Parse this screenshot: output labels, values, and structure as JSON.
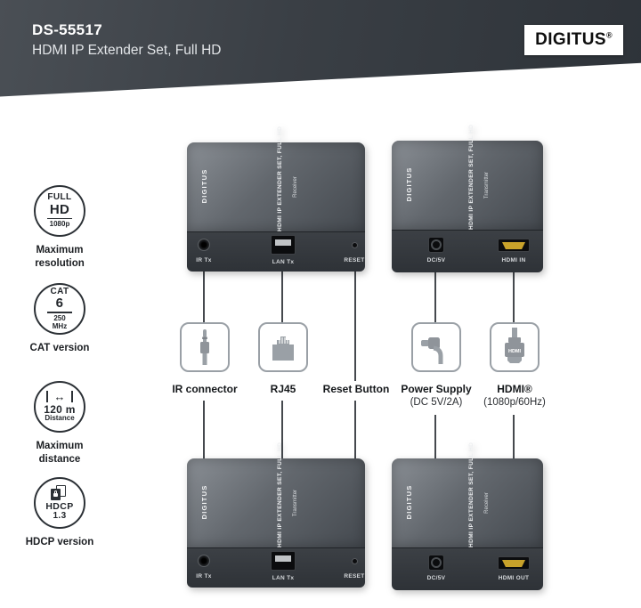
{
  "header": {
    "model": "DS-55517",
    "title": "HDMI IP Extender Set, Full HD",
    "brand": "DIGITUS",
    "registered": "®"
  },
  "features": [
    {
      "line1": "FULL",
      "line2": "HD",
      "line3": "1080p",
      "label": "Maximum resolution"
    },
    {
      "line1": "CAT",
      "line2": "6",
      "line3": "250",
      "line4": "MHz",
      "label": "CAT version"
    },
    {
      "arrow": "↔",
      "line1": "120 m",
      "line2": "Distance",
      "label": "Maximum distance"
    },
    {
      "line1": "HDCP",
      "line2": "1.3",
      "label": "HDCP version"
    }
  ],
  "devices": {
    "top_left": {
      "brand": "DIGITUS",
      "title": "HDMI IP EXTENDER SET, FULL HD",
      "subtitle": "Receiver",
      "port_ir": "IR Tx",
      "port_lan": "LAN Tx",
      "port_reset": "RESET"
    },
    "top_right": {
      "brand": "DIGITUS",
      "title": "HDMI IP EXTENDER SET, FULL HD",
      "subtitle": "Transmitter",
      "port_power": "DC/5V",
      "port_hdmi": "HDMI IN"
    },
    "bottom_left": {
      "brand": "DIGITUS",
      "title": "HDMI IP EXTENDER SET, FULL HD",
      "subtitle": "Transmitter",
      "port_ir": "IR Tx",
      "port_lan": "LAN Tx",
      "port_reset": "RESET"
    },
    "bottom_right": {
      "brand": "DIGITUS",
      "title": "HDMI IP EXTENDER SET, FULL HD",
      "subtitle": "Receiver",
      "port_power": "DC/5V",
      "port_hdmi": "HDMI OUT"
    }
  },
  "connectors": {
    "ir": {
      "label": "IR connector"
    },
    "rj45": {
      "label": "RJ45"
    },
    "reset": {
      "label": "Reset Button"
    },
    "power": {
      "label": "Power Supply",
      "sub": "(DC 5V/2A)"
    },
    "hdmi": {
      "label": "HDMI®",
      "sub": "(1080p/60Hz)",
      "plug_text": "HDMI"
    }
  },
  "colors": {
    "header_bg": "#3a3f45",
    "line": "#45494e",
    "device_gray": "#5f646a",
    "icon_gray": "#9aa0a6",
    "hdmi_gold": "#c8a22a",
    "circle_border": "#2c3136"
  }
}
